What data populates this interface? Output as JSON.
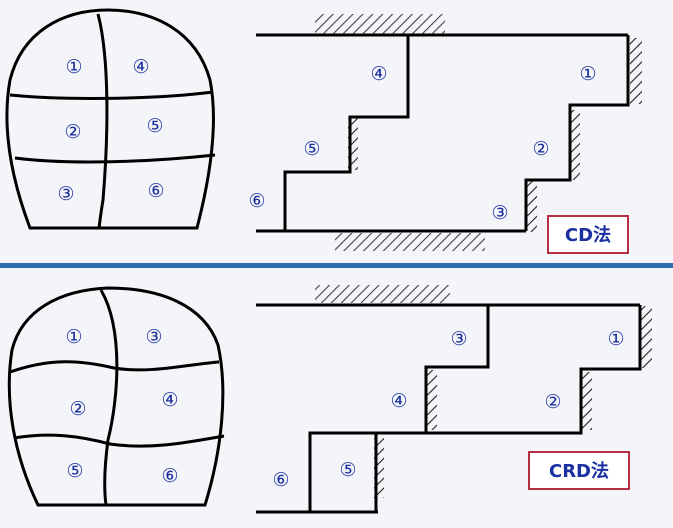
{
  "panels": [
    {
      "id": "cd",
      "method_label": "CD法",
      "tunnel_labels": [
        "①",
        "②",
        "③",
        "④",
        "⑤",
        "⑥"
      ],
      "bench_labels": [
        "④",
        "①",
        "⑤",
        "②",
        "⑥",
        "③"
      ]
    },
    {
      "id": "crd",
      "method_label": "CRD法",
      "tunnel_labels": [
        "①",
        "②",
        "⑤",
        "③",
        "④",
        "⑥"
      ],
      "bench_labels": [
        "③",
        "①",
        "④",
        "②",
        "⑥",
        "⑤"
      ]
    }
  ],
  "colors": {
    "label_blue": "#1a2fa0",
    "divider_blue": "#2f6db3",
    "tag_border": "#b0182f",
    "line": "#000000"
  }
}
